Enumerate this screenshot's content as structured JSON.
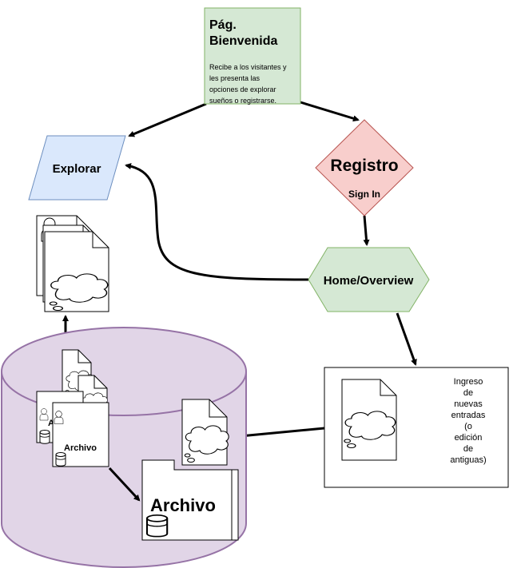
{
  "welcome": {
    "title_line1": "Pág.",
    "title_line2": "Bienvenida",
    "desc_line1": "Recibe a los visitantes y",
    "desc_line2": "les presenta las",
    "desc_line3": "opciones de explorar",
    "desc_line4": "sueños o registrarse."
  },
  "explorar": {
    "label": "Explorar"
  },
  "registro": {
    "title": "Registro",
    "subtitle": "Sign In"
  },
  "home": {
    "label": "Home/Overview"
  },
  "ingreso": {
    "line1": "Ingreso",
    "line2": "de",
    "line3": "nuevas",
    "line4": "entradas",
    "line5": "(o",
    "line6": "edición",
    "line7": "de",
    "line8": "antiguas)"
  },
  "archive": {
    "small_label": "Archivo",
    "small_label_cut": "A",
    "big_label": "Archivo"
  },
  "colors": {
    "welcome_fill": "#d5e8d4",
    "welcome_stroke": "#82b366",
    "explorar_fill": "#dae8fc",
    "explorar_stroke": "#6c8ebf",
    "registro_fill": "#f8cecc",
    "registro_stroke": "#b85450",
    "home_fill": "#d5e8d4",
    "home_stroke": "#82b366",
    "cylinder_fill": "#e1d5e7",
    "cylinder_stroke": "#9673a6"
  }
}
